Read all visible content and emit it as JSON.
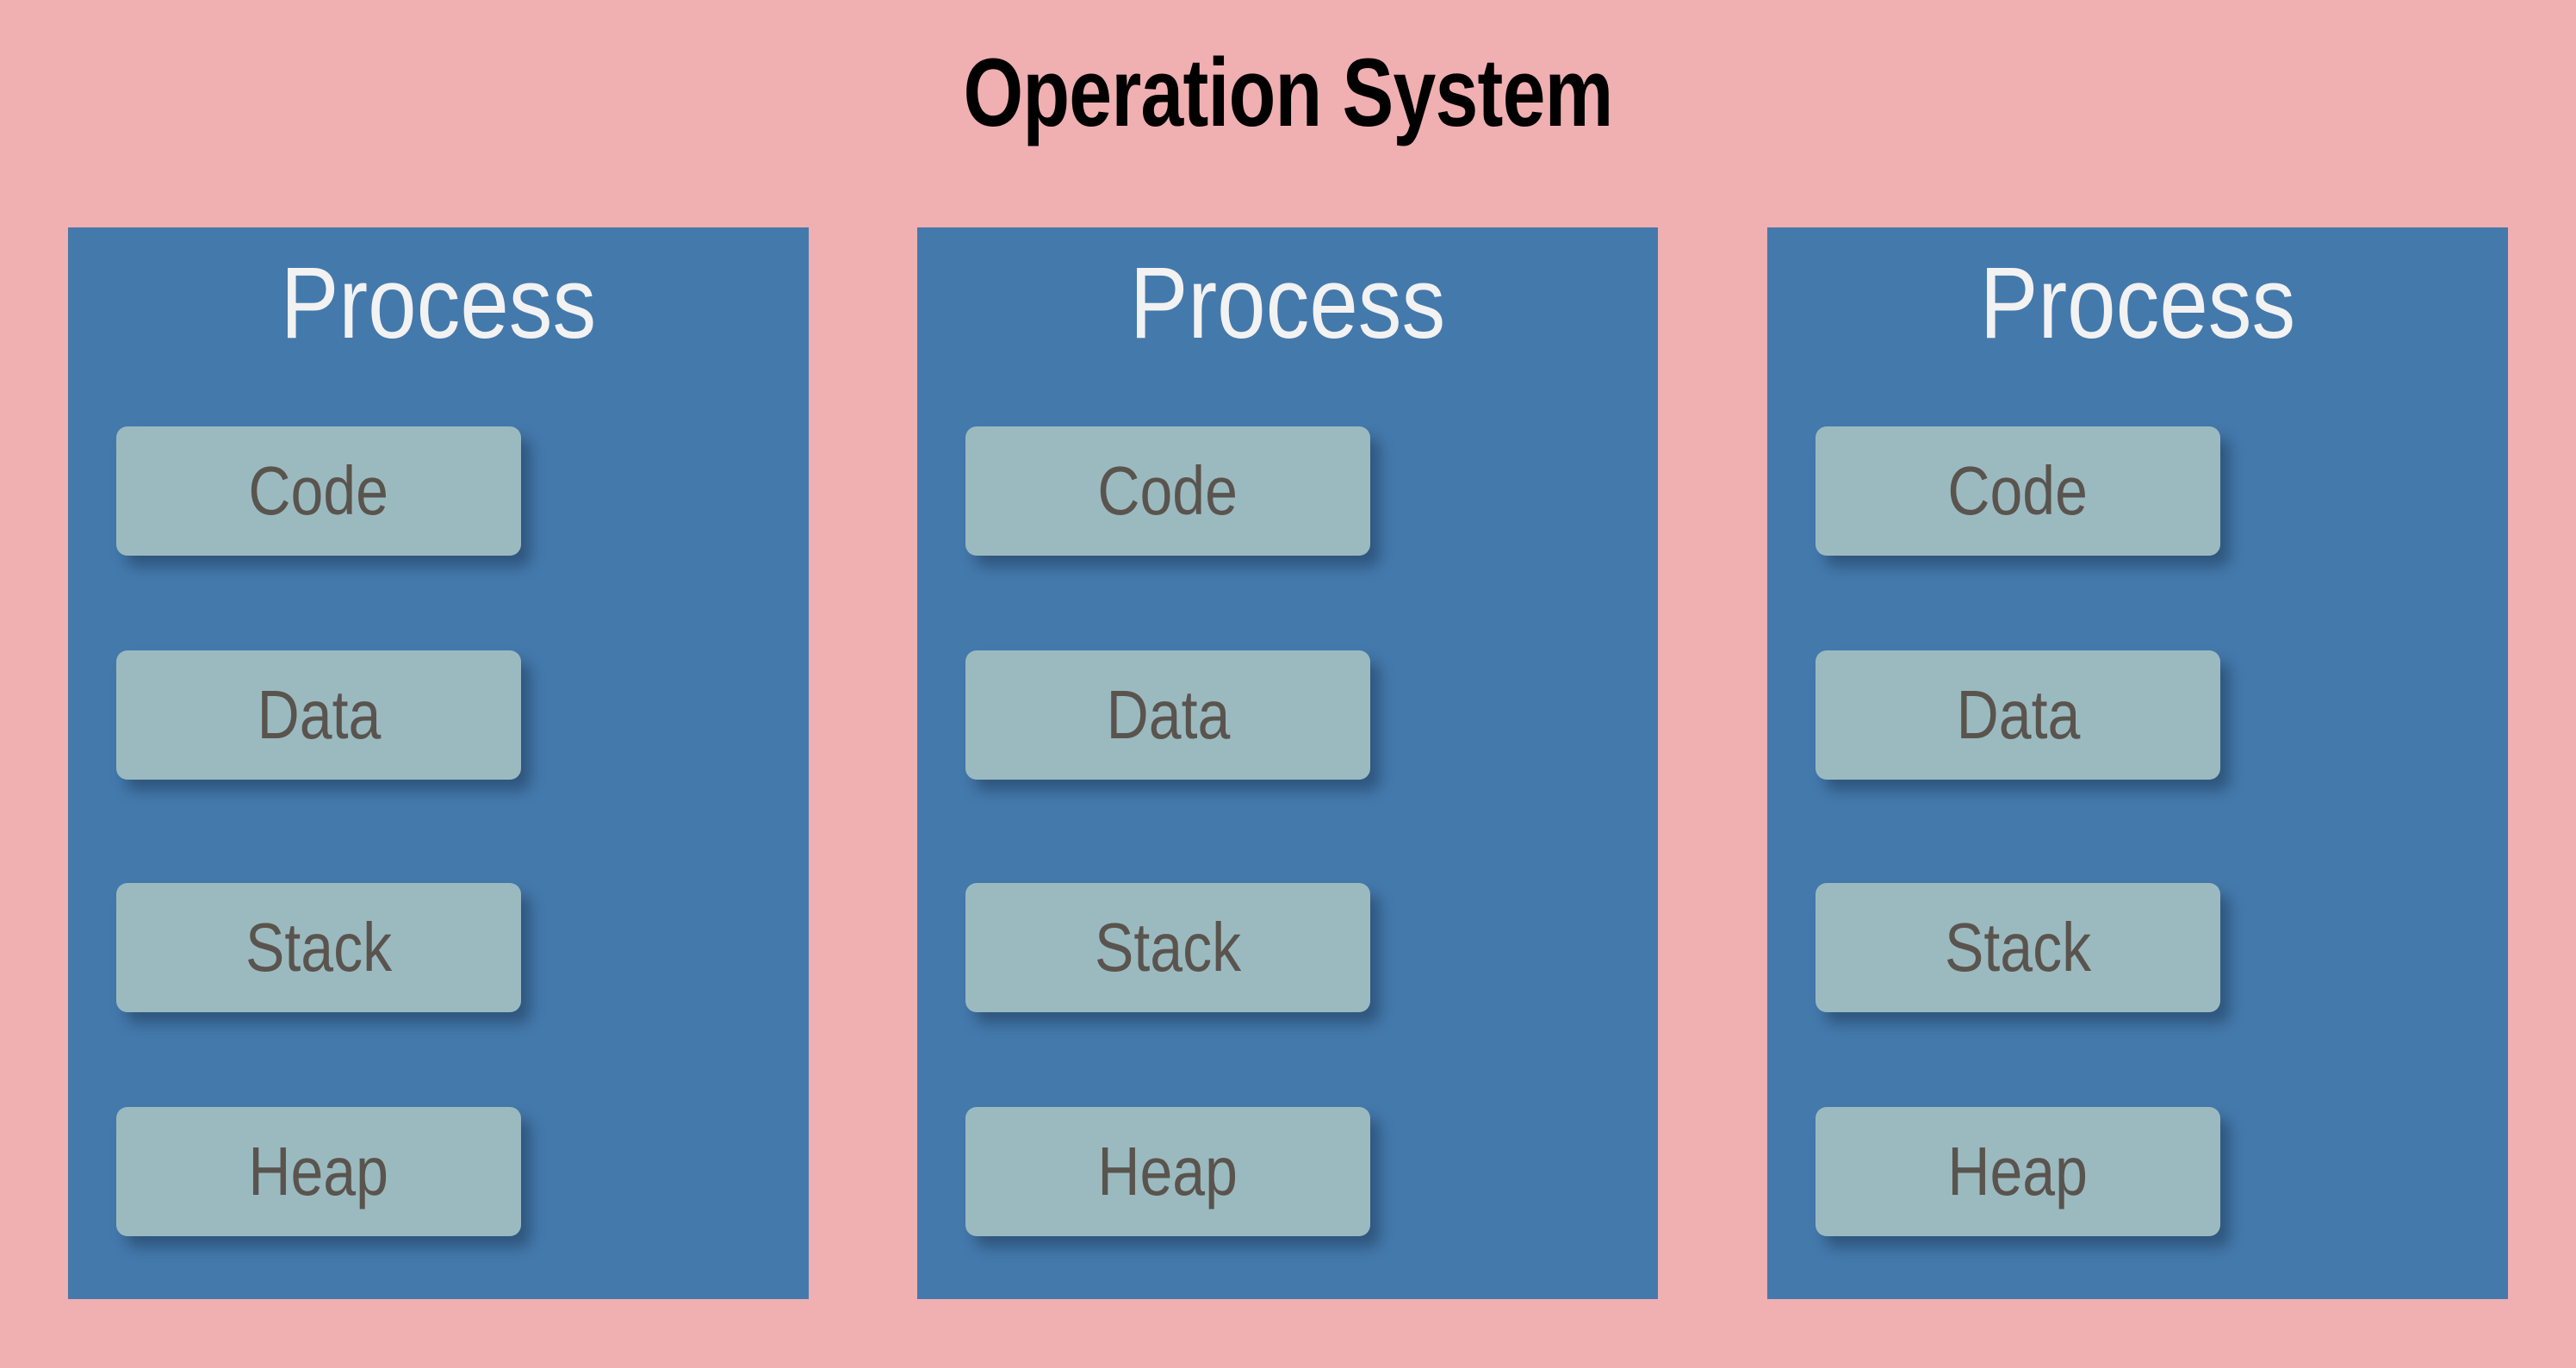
{
  "title": "Operation System",
  "colors": {
    "background": "#F0AFB1",
    "panel": "#4479AC",
    "segment_box": "#9BBAC0",
    "title_text": "#000000",
    "panel_heading_text": "#F2F2F2",
    "segment_text": "#5A544E"
  },
  "processes": [
    {
      "heading": "Process",
      "segments": [
        {
          "label": "Code"
        },
        {
          "label": "Data"
        },
        {
          "label": "Stack"
        },
        {
          "label": "Heap"
        }
      ]
    },
    {
      "heading": "Process",
      "segments": [
        {
          "label": "Code"
        },
        {
          "label": "Data"
        },
        {
          "label": "Stack"
        },
        {
          "label": "Heap"
        }
      ]
    },
    {
      "heading": "Process",
      "segments": [
        {
          "label": "Code"
        },
        {
          "label": "Data"
        },
        {
          "label": "Stack"
        },
        {
          "label": "Heap"
        }
      ]
    }
  ]
}
